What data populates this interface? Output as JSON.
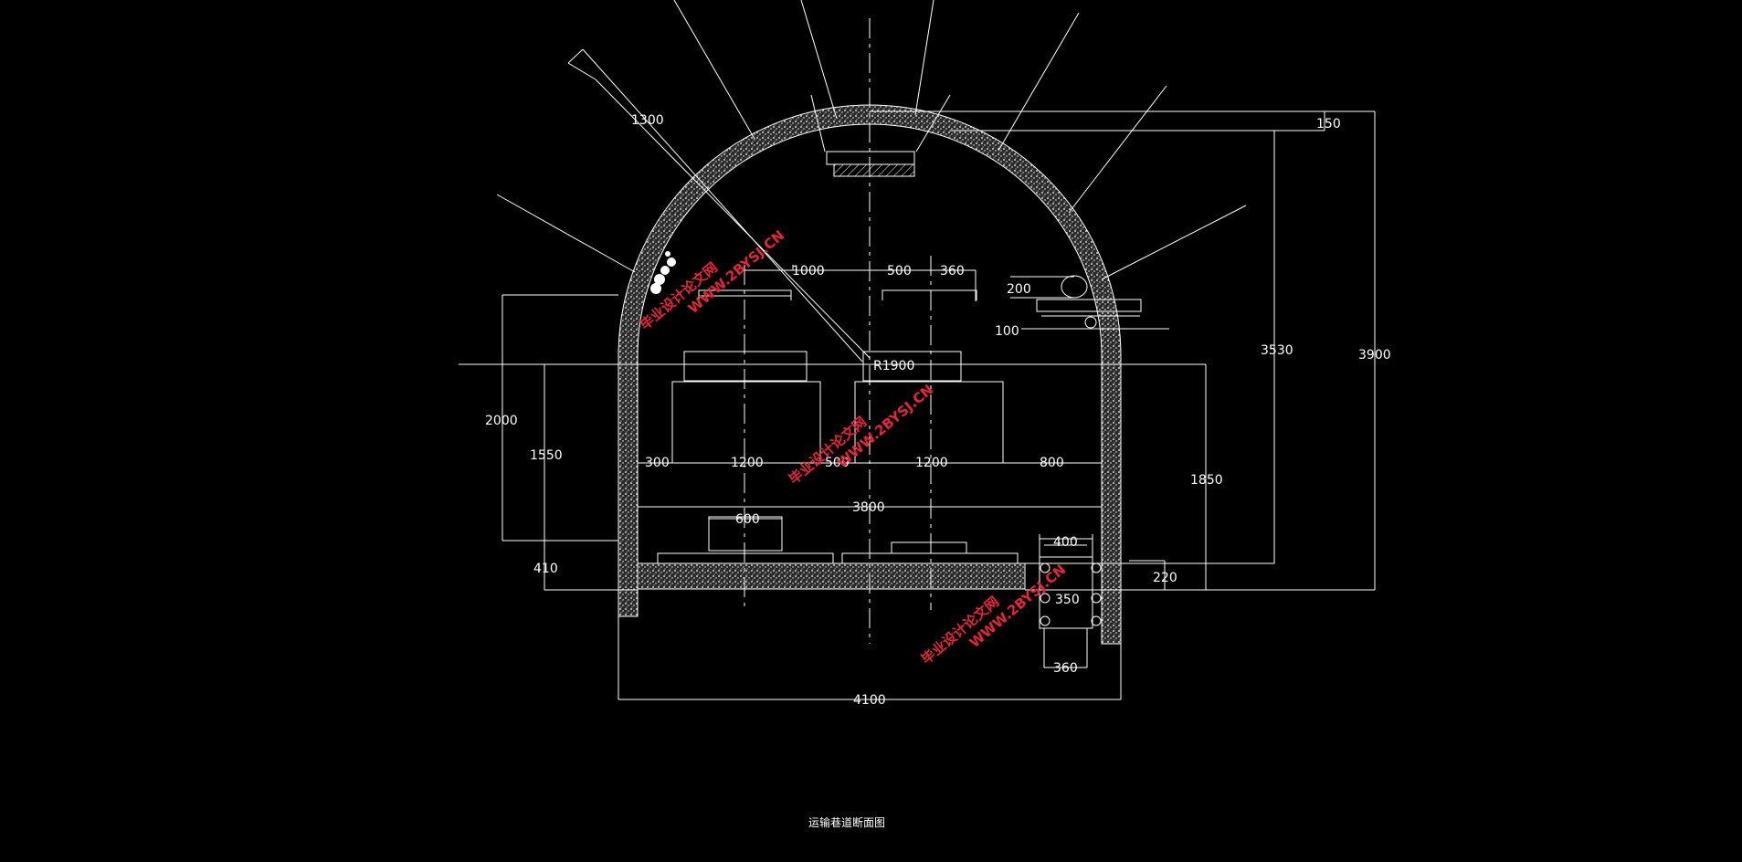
{
  "drawing": {
    "title": "运输巷道断面图",
    "radius_label": "R1900"
  },
  "dimensions": {
    "top_offset": "150",
    "arch_length": "1300",
    "height_total": "3900",
    "height_inner": "3530",
    "wall_height_left": "2000",
    "rail_height": "1550",
    "wall_height_right": "1850",
    "floor_thickness": "410",
    "ditch_offset": "220",
    "width_inner": "3800",
    "width_outer": "4100",
    "top_spans": [
      "1000",
      "500",
      "360"
    ],
    "mid_spans": [
      "300",
      "1200",
      "500",
      "1200",
      "800"
    ],
    "track_gauge": "600",
    "cable_200": "200",
    "cable_100": "100",
    "ditch_top": "400",
    "ditch_mid": "350",
    "ditch_bottom": "360"
  },
  "watermark": {
    "cn": "毕业设计论文网",
    "url": "WWW.2BYSJ.CN"
  },
  "colors": {
    "background": "#000000",
    "lines": "#ffffff",
    "lining_fill": "#d8d8d8",
    "watermark": "#e8243a"
  }
}
